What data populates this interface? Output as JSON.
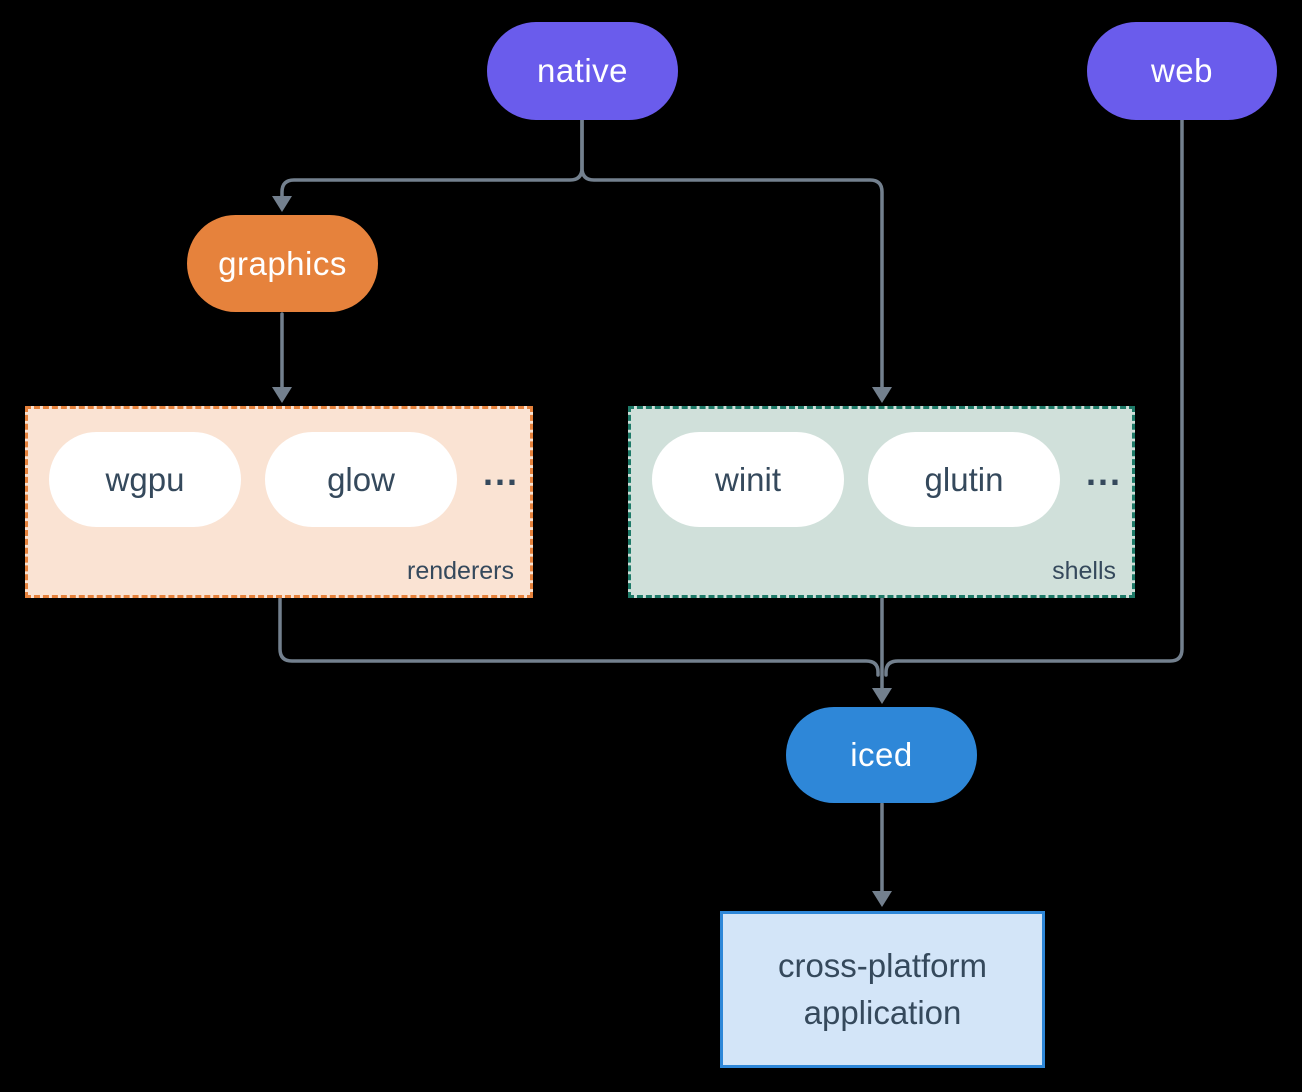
{
  "nodes": {
    "native": "native",
    "web": "web",
    "graphics": "graphics",
    "iced": "iced",
    "application": "cross-platform application"
  },
  "groups": {
    "renderers": {
      "label": "renderers",
      "items": [
        "wgpu",
        "glow"
      ],
      "more": "..."
    },
    "shells": {
      "label": "shells",
      "items": [
        "winit",
        "glutin"
      ],
      "more": "..."
    }
  },
  "colors": {
    "line": "#73808e",
    "purple": "#6a5cec",
    "orange": "#e6823c",
    "blue": "#2e87d8",
    "renderers_fill": "#fae3d3",
    "renderers_border": "#e6823c",
    "shells_fill": "#d0e0da",
    "shells_border": "#1e7a68",
    "app_fill": "#d3e5f8",
    "app_border": "#2e87d8",
    "ink": "#35495c"
  }
}
